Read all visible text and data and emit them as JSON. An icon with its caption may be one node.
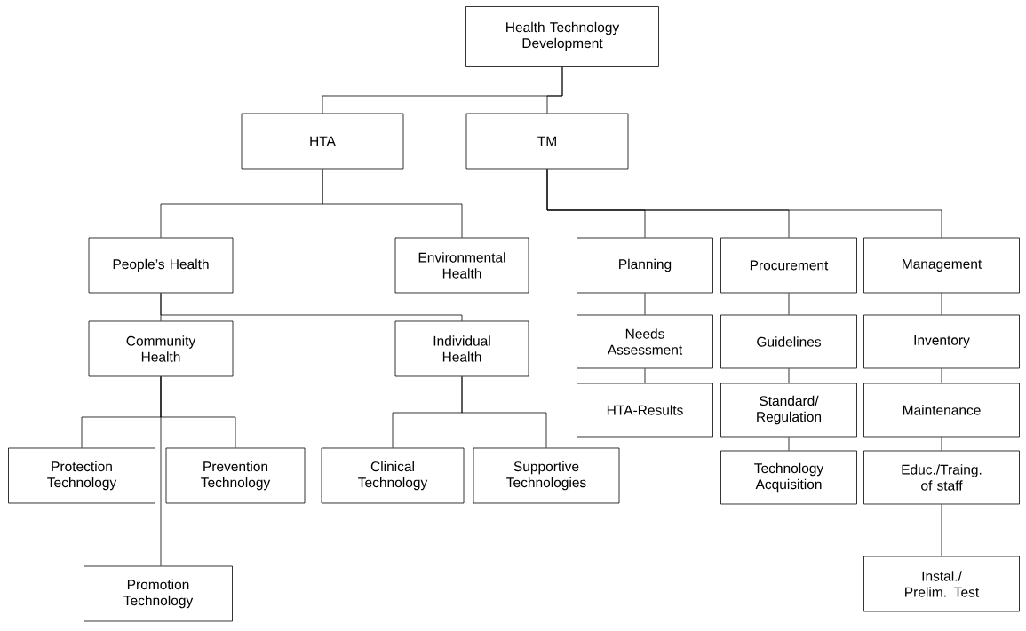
{
  "diagram": {
    "nodes": [
      {
        "text": [
          "Health Technology Development"
        ]
      },
      {
        "text": [
          "HTA"
        ]
      },
      {
        "text": [
          "TM"
        ]
      },
      {
        "text": [
          "People’s Health"
        ]
      },
      {
        "text": [
          "Environmental Health"
        ]
      },
      {
        "text": [
          "Planning"
        ]
      },
      {
        "text": [
          "Procurement"
        ]
      },
      {
        "text": [
          "Management"
        ]
      },
      {
        "text": [
          "Community Health"
        ]
      },
      {
        "text": [
          "Individual Health"
        ]
      },
      {
        "text": [
          "Needs Assessment"
        ]
      },
      {
        "text": [
          "Guidelines"
        ]
      },
      {
        "text": [
          "Inventory"
        ]
      },
      {
        "text": [
          "HTA-Results"
        ]
      },
      {
        "text": [
          "Standard/ Regulation"
        ]
      },
      {
        "text": [
          "Maintenance"
        ]
      },
      {
        "text": [
          "Protection Technology"
        ]
      },
      {
        "text": [
          "Prevention Technology"
        ]
      },
      {
        "text": [
          "Clinical Technology"
        ]
      },
      {
        "text": [
          "Supportive Technologies"
        ]
      },
      {
        "text": [
          "Technology Acquisition"
        ]
      },
      {
        "text": [
          "Educ./Traing. of staff"
        ]
      },
      {
        "text": [
          "Promotion Technology"
        ]
      },
      {
        "text": [
          "Instal./ Prelim. Test"
        ]
      }
    ],
    "edges": [
      {
        "from": 0,
        "to": 1,
        "arrow": "none"
      },
      {
        "from": 0,
        "to": 2,
        "arrow": "none"
      },
      {
        "from": 1,
        "to": 3,
        "arrow": "none"
      },
      {
        "from": 1,
        "to": 4,
        "arrow": "none"
      },
      {
        "from": 2,
        "to": 5,
        "arrow": "none"
      },
      {
        "from": 2,
        "to": 6,
        "arrow": "none"
      },
      {
        "from": 2,
        "to": 7,
        "arrow": "none"
      },
      {
        "from": 3,
        "to": 8,
        "arrow": "none"
      },
      {
        "from": 3,
        "to": 9,
        "arrow": "none"
      },
      {
        "from": 5,
        "to": 10,
        "arrow": "none"
      },
      {
        "from": 10,
        "to": 13,
        "arrow": "none"
      },
      {
        "from": 6,
        "to": 11,
        "arrow": "none"
      },
      {
        "from": 11,
        "to": 14,
        "arrow": "none"
      },
      {
        "from": 14,
        "to": 20,
        "arrow": "none"
      },
      {
        "from": 7,
        "to": 12,
        "arrow": "none"
      },
      {
        "from": 12,
        "to": 15,
        "arrow": "none"
      },
      {
        "from": 15,
        "to": 21,
        "arrow": "none"
      },
      {
        "from": 21,
        "to": 23,
        "arrow": "none"
      },
      {
        "from": 8,
        "to": 16,
        "arrow": "none"
      },
      {
        "from": 8,
        "to": 17,
        "arrow": "none"
      },
      {
        "from": 8,
        "to": 22,
        "arrow": "none"
      },
      {
        "from": 9,
        "to": 18,
        "arrow": "none"
      },
      {
        "from": 9,
        "to": 19,
        "arrow": "none"
      }
    ]
  }
}
